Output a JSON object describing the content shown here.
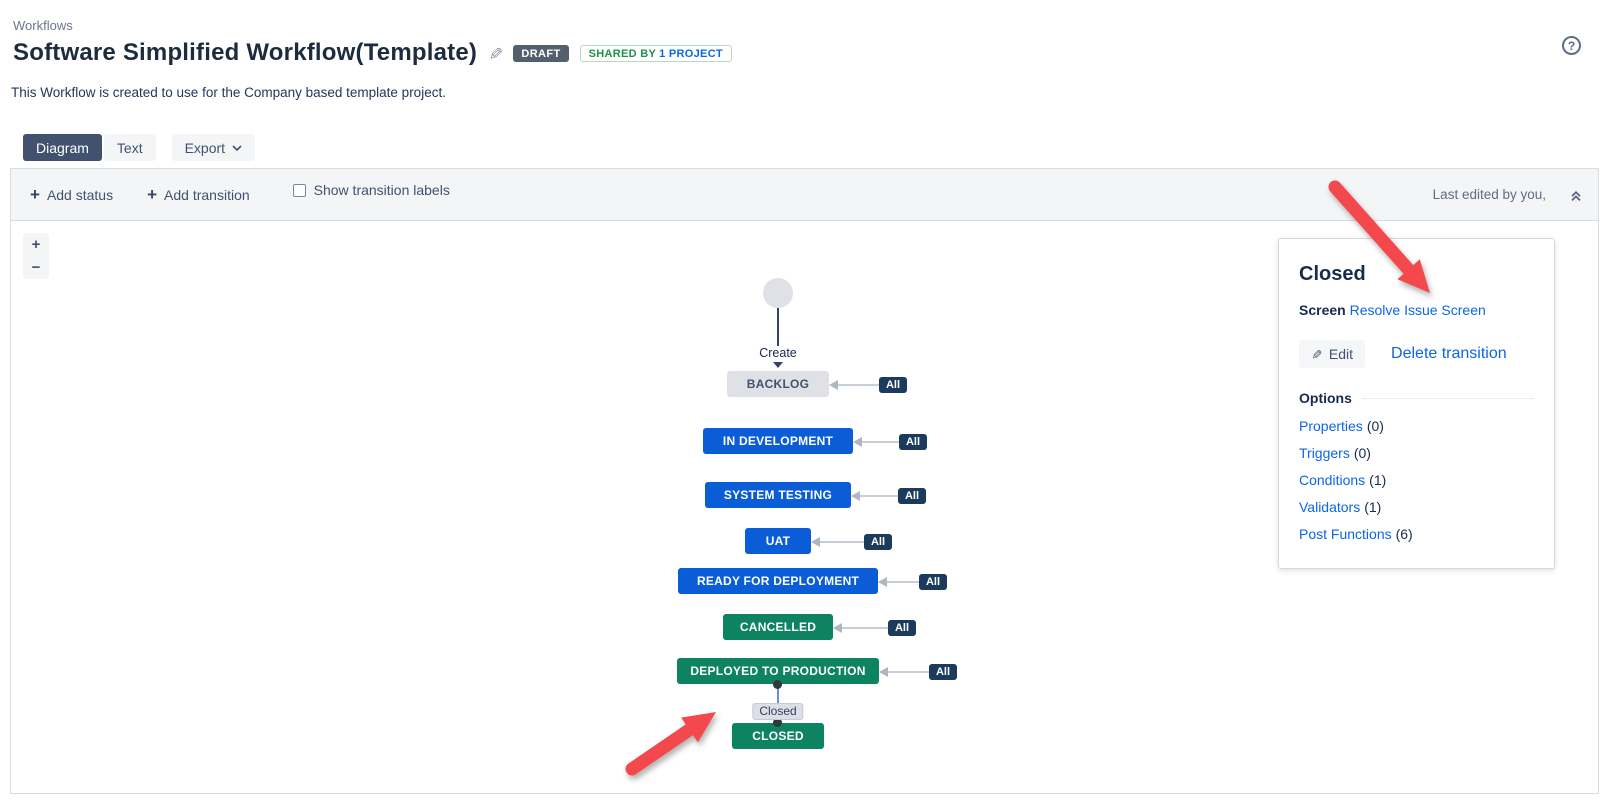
{
  "header": {
    "breadcrumb": "Workflows",
    "title": "Software Simplified Workflow(Template)",
    "draft_badge": "DRAFT",
    "shared_badge_prefix": "SHARED BY",
    "shared_badge_suffix": "1 PROJECT",
    "description": "This Workflow is created to use for the Company based template project.",
    "help_glyph": "?",
    "edit_pencil_glyph": "✎"
  },
  "tabs": {
    "diagram": "Diagram",
    "text": "Text",
    "export": "Export",
    "active": "Diagram"
  },
  "toolbar": {
    "plus_glyph": "+",
    "add_status": "Add status",
    "add_transition": "Add transition",
    "show_transition_labels": "Show transition labels",
    "checkbox_checked": false,
    "last_edited": "Last edited by you,"
  },
  "canvas_controls": {
    "zoom_in": "+",
    "zoom_out": "−"
  },
  "diagram": {
    "initial_transition": "Create",
    "all_badge": "All",
    "selected_transition_label": "Closed",
    "statuses": [
      {
        "label": "BACKLOG",
        "color": "gray"
      },
      {
        "label": "IN DEVELOPMENT",
        "color": "blue"
      },
      {
        "label": "SYSTEM TESTING",
        "color": "blue"
      },
      {
        "label": "UAT",
        "color": "blue"
      },
      {
        "label": "READY FOR DEPLOYMENT",
        "color": "blue"
      },
      {
        "label": "CANCELLED",
        "color": "green"
      },
      {
        "label": "DEPLOYED TO PRODUCTION",
        "color": "green"
      },
      {
        "label": "CLOSED",
        "color": "green"
      }
    ]
  },
  "panel": {
    "title": "Closed",
    "screen_label": "Screen",
    "screen_value": "Resolve Issue Screen",
    "edit_button": "Edit",
    "delete_transition": "Delete transition",
    "options_heading": "Options",
    "options": [
      {
        "label": "Properties",
        "count": "(0)"
      },
      {
        "label": "Triggers",
        "count": "(0)"
      },
      {
        "label": "Conditions",
        "count": "(1)"
      },
      {
        "label": "Validators",
        "count": "(1)"
      },
      {
        "label": "Post Functions",
        "count": "(6)"
      }
    ]
  },
  "colors": {
    "status_blue": "#0B5DD7",
    "status_green": "#0E8361",
    "status_gray": "#DFE1E6",
    "all_badge_navy": "#1B3A5C",
    "link_blue": "#0C66E4",
    "annotation_red": "#F3494D",
    "active_tab": "#42526E",
    "draft_badge_bg": "#545F6E",
    "shared_green": "#1A9347",
    "selected_connector_blue": "#6391E8"
  }
}
